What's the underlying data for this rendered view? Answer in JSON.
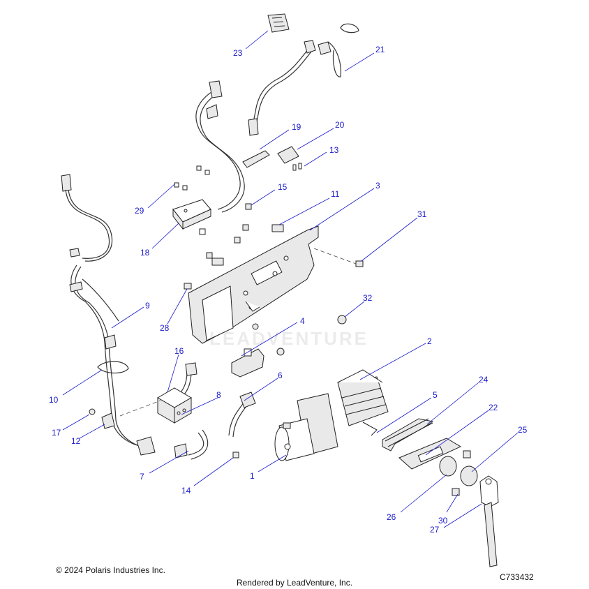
{
  "callouts": {
    "c1": "1",
    "c2": "2",
    "c3": "3",
    "c4": "4",
    "c5": "5",
    "c6": "6",
    "c7": "7",
    "c8": "8",
    "c9": "9",
    "c10": "10",
    "c11": "11",
    "c12": "12",
    "c13": "13",
    "c14": "14",
    "c15": "15",
    "c16": "16",
    "c17": "17",
    "c18": "18",
    "c19": "19",
    "c20": "20",
    "c21": "21",
    "c22": "22",
    "c23": "23",
    "c24": "24",
    "c25": "25",
    "c26": "26",
    "c27": "27",
    "c28": "28",
    "c29": "29",
    "c30": "30",
    "c31": "31",
    "c32": "32"
  },
  "footer": {
    "copyright": "© 2024 Polaris Industries Inc.",
    "rendered_by": "Rendered by LeadVenture, Inc.",
    "figure_id": "C733432"
  },
  "watermark": "LEADVENTURE",
  "colors": {
    "callout": "#1a1acc",
    "line": "#222222"
  }
}
